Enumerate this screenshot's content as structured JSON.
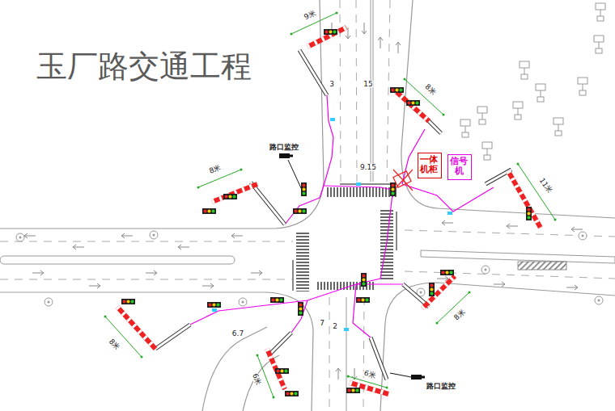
{
  "diagram": {
    "title": "玉厂路交通工程",
    "nodes": [
      {
        "text": [
          "一体机柜"
        ]
      },
      {
        "text": [
          "信号机"
        ]
      }
    ],
    "labels": [
      "9米",
      "3",
      "15",
      "8米",
      "路口监控",
      "9.15",
      "8米",
      "11米",
      "8米",
      "7",
      "2",
      "8米",
      "6.7",
      "6米",
      "路口监控",
      "6米"
    ]
  }
}
